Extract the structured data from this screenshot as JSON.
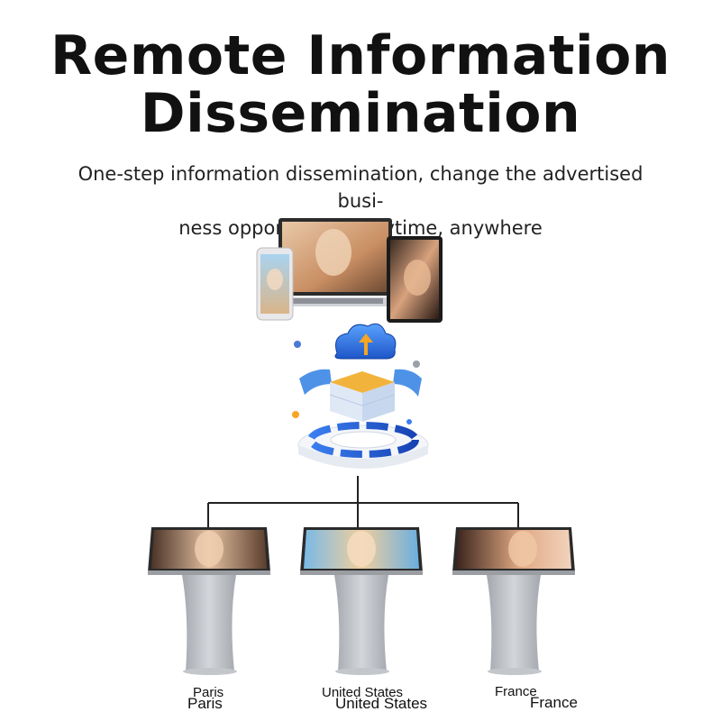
{
  "header": {
    "title_line1": "Remote Information",
    "title_line2": "Dissemination",
    "subtitle_line1": "One-step information dissemination, change the advertised busi-",
    "subtitle_line2": "ness opportunities anytime, anywhere"
  },
  "kiosks": [
    {
      "label": "Paris"
    },
    {
      "label": "United States"
    },
    {
      "label": "France"
    }
  ],
  "icons": {
    "cloud": "cloud-upload-icon",
    "server": "cloud-server-icon"
  },
  "colors": {
    "accent_blue": "#1e63d6",
    "accent_orange": "#f5a623",
    "stand_gray": "#b9bcc2"
  }
}
